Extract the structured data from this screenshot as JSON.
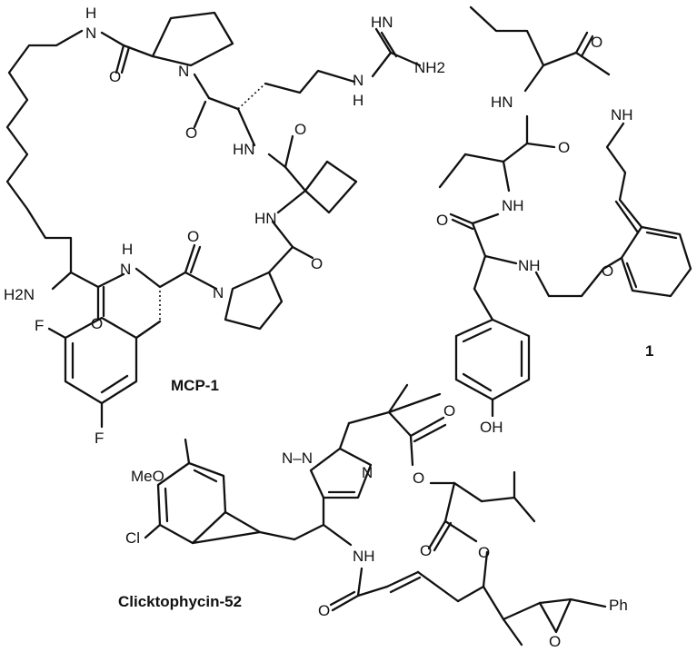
{
  "figure": {
    "compounds": [
      {
        "id": "mcp1",
        "label": "MCP-1"
      },
      {
        "id": "cpd1",
        "label": "1"
      },
      {
        "id": "clicktophycin",
        "label": "Clicktophycin-52"
      }
    ]
  },
  "atoms": {
    "H": "H",
    "N": "N",
    "O": "O",
    "F": "F",
    "Cl": "Cl",
    "NH": "NH",
    "HN": "HN",
    "H2N": "H2N",
    "NH2": "NH2",
    "OH": "OH",
    "MeO": "MeO",
    "Ph": "Ph",
    "N_N": "N–N"
  }
}
